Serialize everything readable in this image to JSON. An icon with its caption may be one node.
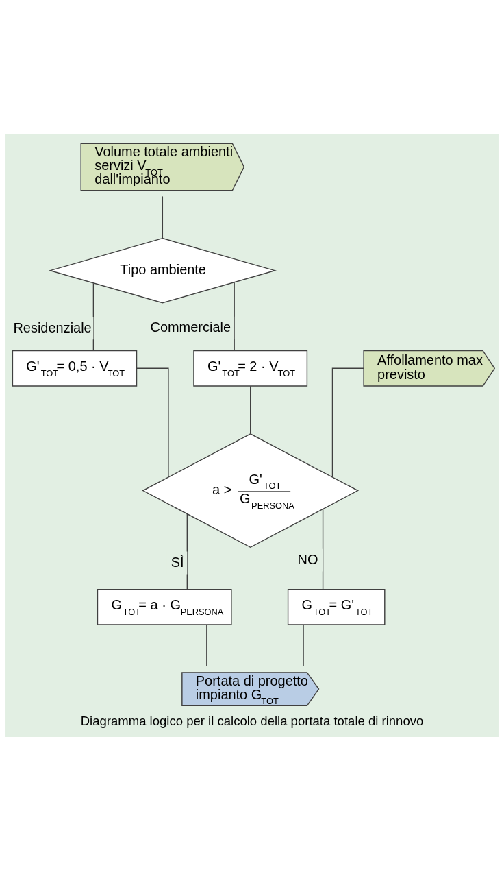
{
  "diagram": {
    "caption": "Diagramma logico per il calcolo della portata totale di rinnovo",
    "nodes": [
      {
        "text": [
          "Volume totale ambienti servizi V$_{TOT}$ dall'impianto"
        ]
      },
      {
        "text": [
          "Tipo ambiente"
        ]
      },
      {
        "text": [
          "G'$_{TOT}$= 0,5 · V$_{TOT}$"
        ]
      },
      {
        "text": [
          "G'$_{TOT}$= 2 · V$_{TOT}$"
        ]
      },
      {
        "text": [
          "Affollamento max previsto"
        ]
      },
      {
        "text": [
          "a >",
          "G'$_{TOT}$",
          "G$_{PERSONA}$"
        ]
      },
      {
        "text": [
          "G$_{TOT}$= a · G$_{PERSONA}$"
        ]
      },
      {
        "text": [
          "G$_{TOT}$= G'$_{TOT}$"
        ]
      },
      {
        "text": [
          "Portata di progetto impianto G$_{TOT}$"
        ]
      }
    ],
    "edges": [
      {
        "from": 0,
        "to": 1,
        "arrow": "none"
      },
      {
        "from": 1,
        "to": 2,
        "arrow": "none",
        "label": "Residenziale"
      },
      {
        "from": 1,
        "to": 3,
        "arrow": "none",
        "label": "Commerciale"
      },
      {
        "from": 2,
        "to": 5,
        "arrow": "none"
      },
      {
        "from": 3,
        "to": 5,
        "arrow": "none"
      },
      {
        "from": 4,
        "to": 5,
        "arrow": "none"
      },
      {
        "from": 5,
        "to": 6,
        "arrow": "none",
        "label": "SÌ"
      },
      {
        "from": 5,
        "to": 7,
        "arrow": "none",
        "label": "NO"
      },
      {
        "from": 6,
        "to": 8,
        "arrow": "none"
      },
      {
        "from": 7,
        "to": 8,
        "arrow": "none"
      }
    ]
  }
}
